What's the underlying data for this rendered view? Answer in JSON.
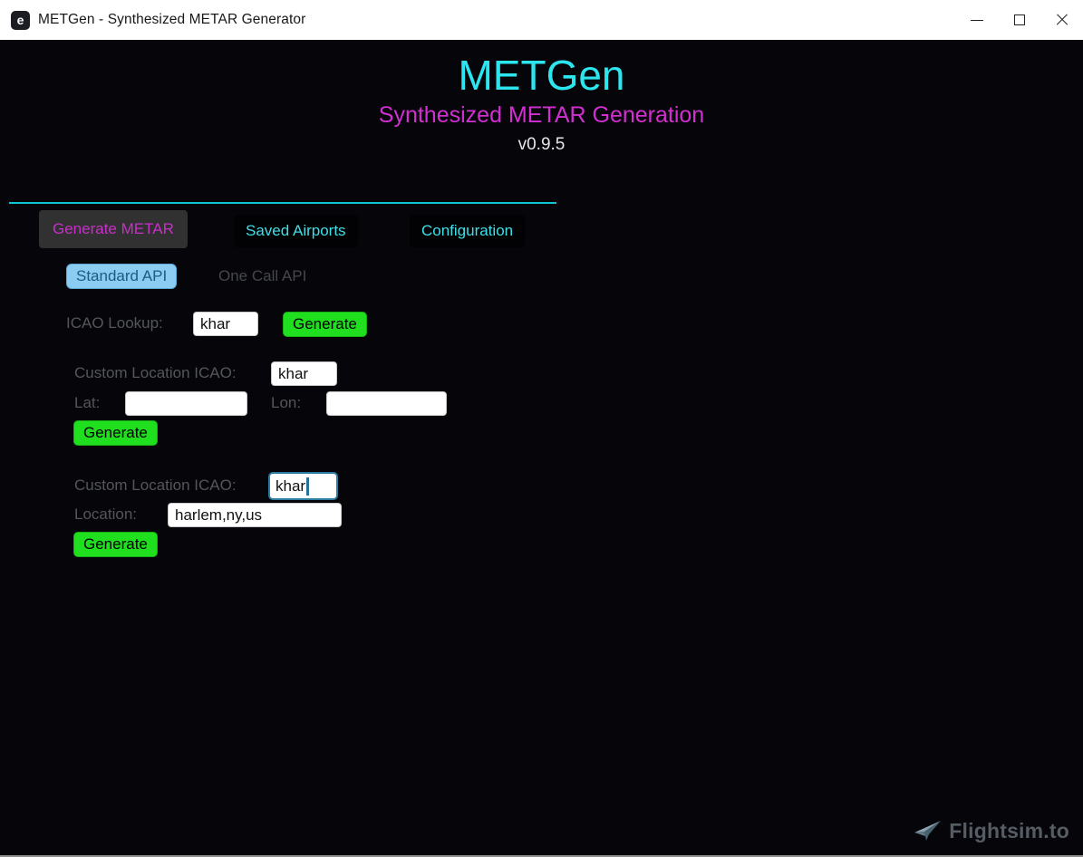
{
  "window": {
    "title": "METGen - Synthesized METAR Generator",
    "app_icon_letter": "e",
    "icons": {
      "minimize": "minimize-icon",
      "maximize": "maximize-icon",
      "close": "close-icon"
    }
  },
  "header": {
    "title": "METGen",
    "subtitle": "Synthesized METAR Generation",
    "version": "v0.9.5"
  },
  "tabs": {
    "items": [
      {
        "label": "Generate METAR",
        "active": true
      },
      {
        "label": "Saved Airports",
        "active": false
      },
      {
        "label": "Configuration",
        "active": false
      }
    ]
  },
  "api_tabs": {
    "items": [
      {
        "label": "Standard API",
        "active": true
      },
      {
        "label": "One Call API",
        "active": false
      }
    ]
  },
  "icao_lookup": {
    "label": "ICAO Lookup:",
    "value": "khar",
    "button": "Generate"
  },
  "custom_latlon": {
    "icao_label": "Custom Location ICAO:",
    "icao_value": "khar",
    "lat_label": "Lat:",
    "lat_value": "",
    "lon_label": "Lon:",
    "lon_value": "",
    "button": "Generate"
  },
  "custom_location": {
    "icao_label": "Custom Location ICAO:",
    "icao_value": "khar",
    "location_label": "Location:",
    "location_value": "harlem,ny,us",
    "button": "Generate"
  },
  "watermark": {
    "text": "Flightsim.to"
  },
  "colors": {
    "background": "#06060a",
    "title_cyan": "#2ce5ef",
    "subtitle_magenta": "#d12fd1",
    "tab_active_text": "#c92fc9",
    "tab_inactive_text": "#3fdfe8",
    "divider_cyan": "#16c3d3",
    "api_chip_bg": "#8bcdf2",
    "api_chip_text": "#1d5b80",
    "muted_label": "#53565b",
    "button_green": "#1fdf1f",
    "focus_border": "#2d7ca4"
  }
}
